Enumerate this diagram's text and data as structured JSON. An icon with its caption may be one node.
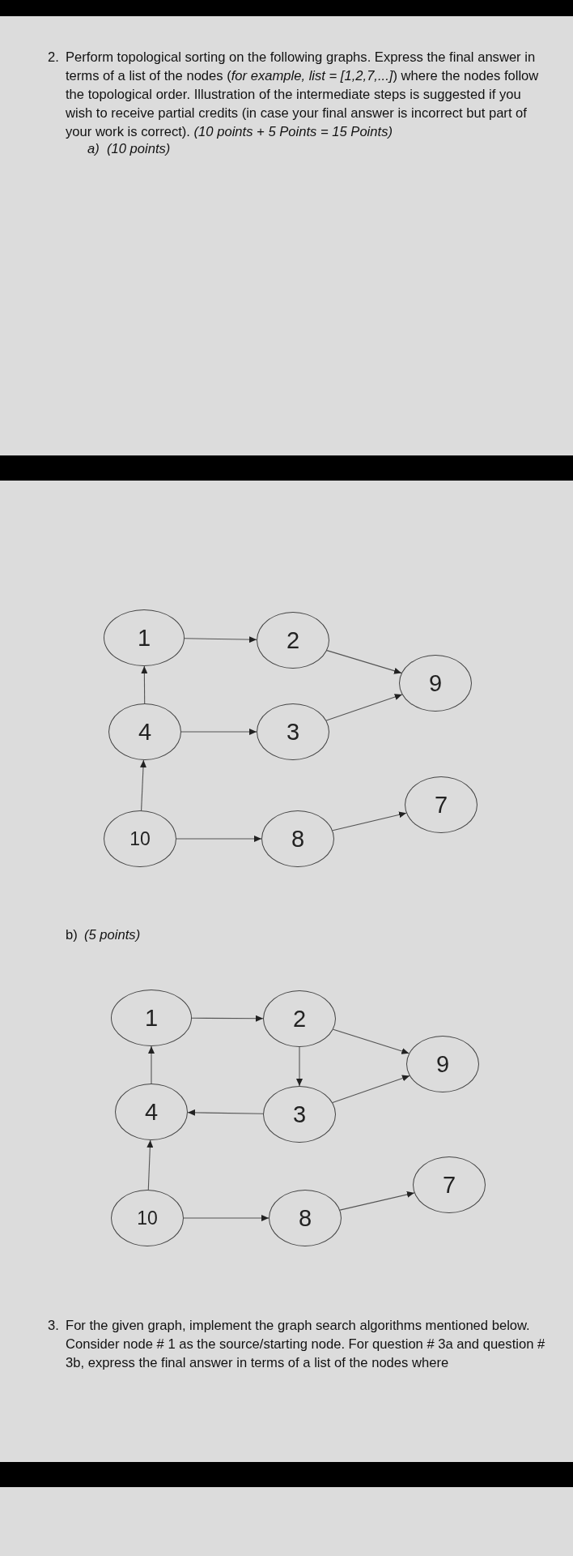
{
  "diagram": {
    "nodes": [
      {
        "text": [
          "1"
        ]
      },
      {
        "text": [
          "2"
        ]
      },
      {
        "text": [
          "9"
        ]
      },
      {
        "text": [
          "4"
        ]
      },
      {
        "text": [
          "3"
        ]
      },
      {
        "text": [
          "7"
        ]
      },
      {
        "text": [
          "10"
        ]
      },
      {
        "text": [
          "8"
        ]
      },
      {
        "text": [
          "1"
        ]
      },
      {
        "text": [
          "2"
        ]
      },
      {
        "text": [
          "9"
        ]
      },
      {
        "text": [
          "4"
        ]
      },
      {
        "text": [
          "3"
        ]
      },
      {
        "text": [
          "7"
        ]
      },
      {
        "text": [
          "10"
        ]
      },
      {
        "text": [
          "8"
        ]
      }
    ],
    "edges": [
      {
        "from": 0,
        "to": 1,
        "arrow": "to"
      },
      {
        "from": 1,
        "to": 2,
        "arrow": "to"
      },
      {
        "from": 3,
        "to": 0,
        "arrow": "to"
      },
      {
        "from": 3,
        "to": 4,
        "arrow": "to"
      },
      {
        "from": 4,
        "to": 2,
        "arrow": "to"
      },
      {
        "from": 6,
        "to": 3,
        "arrow": "to"
      },
      {
        "from": 6,
        "to": 7,
        "arrow": "to"
      },
      {
        "from": 7,
        "to": 5,
        "arrow": "to"
      },
      {
        "from": 8,
        "to": 9,
        "arrow": "to"
      },
      {
        "from": 9,
        "to": 10,
        "arrow": "to"
      },
      {
        "from": 9,
        "to": 12,
        "arrow": "to"
      },
      {
        "from": 11,
        "to": 8,
        "arrow": "to"
      },
      {
        "from": 12,
        "to": 11,
        "arrow": "to"
      },
      {
        "from": 12,
        "to": 10,
        "arrow": "to"
      },
      {
        "from": 14,
        "to": 11,
        "arrow": "to"
      },
      {
        "from": 14,
        "to": 15,
        "arrow": "to"
      },
      {
        "from": 15,
        "to": 13,
        "arrow": "to"
      }
    ],
    "labels": [
      "2.",
      "Perform topological sorting on the following graphs. Express the final answer in terms of a list of the nodes (*for example, list = [1,2,7,...]*) where the nodes follow the topological order. Illustration of the intermediate steps is suggested if you wish to receive partial credits (in case your final answer is incorrect but part of your work is correct). *(10 points + 5 Points = 15 Points)*",
      "a)",
      "(10 points)",
      "b)",
      "(5 points)",
      "3.",
      "For the given graph, implement the graph search algorithms mentioned below. Consider node # 1 as the source/starting node. For question # 3a and question # 3b, express the final answer in terms of a list of the nodes where"
    ]
  }
}
